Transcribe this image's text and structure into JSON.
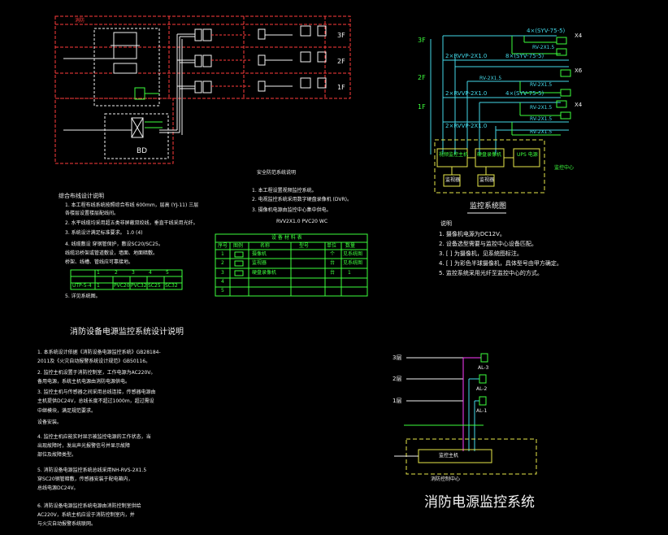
{
  "colors": {
    "bg": "#000000",
    "red": "#ff3b3b",
    "white": "#f2f2f2",
    "cyan": "#43d8e8",
    "green": "#3dff3d",
    "yellow": "#e8e84a",
    "magenta": "#ff3cff"
  },
  "riser": {
    "floors": [
      "3F",
      "2F",
      "1F"
    ],
    "left_label": "消防",
    "mid_label": "BD"
  },
  "notes_left": {
    "title": "综合布线设计说明",
    "lines": [
      "1. 本工程布线系统按照综合布线 600mm，层高 (YJ-11) 三层",
      "   各楼层设置楼层配线间。",
      "2. 水平线缆均采用超五类非屏蔽双绞线，垂直干线采用光纤。",
      "3. 系统设计满足标准要求。 1.0 (4)",
      "4. 线缆敷设 穿钢管保护，敷设SC20/SC25。",
      "   线缆沿桥架或管道敷设，墙面、地面暗敷。",
      "   桥架、线槽、管线应可靠接地。"
    ],
    "table_headers": [
      "",
      "1",
      "2",
      "3",
      "4",
      "5"
    ],
    "table_row": [
      "UTP-5-4",
      "1",
      "PVC20",
      "PVC32",
      "SC25",
      "SC32"
    ],
    "footer": "5. 详见系统图。"
  },
  "legend": {
    "title": "安全防范系统说明",
    "lines": [
      "1. 本工程设置视频监控系统。",
      "2. 电视监控系统采用数字硬盘录像机 (DVR)。",
      "3. 摄像机电源由监控中心集中供电。"
    ],
    "cable_note": "RVV2X1.0 PVC20 WC",
    "table_title": "设 备 材 料 表",
    "columns": [
      "序号",
      "图例",
      "名称",
      "型号",
      "单位",
      "数量"
    ],
    "rows": [
      [
        "1",
        "",
        "摄像机",
        "",
        "个",
        "见系统图"
      ],
      [
        "2",
        "",
        "监视器",
        "",
        "台",
        "见系统图"
      ],
      [
        "3",
        "",
        "硬盘录像机",
        "",
        "台",
        "1"
      ],
      [
        "4",
        "",
        "",
        "",
        "",
        ""
      ],
      [
        "5",
        "",
        "",
        "",
        "",
        ""
      ]
    ]
  },
  "monitor": {
    "floors": [
      "3F",
      "2F",
      "1F"
    ],
    "cables": [
      "4×(SYV-75-5)",
      "2×RVVP-2X1.0",
      "8×(SYV-75-5)",
      "2×RVVP-2X1.0",
      "4×(SYV-75-5)",
      "2×RVVP-2X1.0"
    ],
    "short_cables": [
      "RV-2X1.5",
      "RV-2X1.5",
      "RV-2X1.5",
      "RV-2X1.5",
      "RV-2X1.5",
      "RV-2X1.5"
    ],
    "x_labels": [
      "X4",
      "X6",
      "X4"
    ],
    "center_boxes": [
      "视频监控主机",
      "硬盘录像机",
      "UPS 电源"
    ],
    "bottom_boxes": [
      "监视器",
      "监视器"
    ],
    "center_label": "监控中心",
    "title": "监控系统图",
    "notes_title": "说明",
    "notes": [
      "1. 摄像机电源为DC12V。",
      "2. 设备选型需要与监控中心设备匹配。",
      "3. [ ] 为摄像机，见系统图标注。",
      "4. [ ] 为彩色半球摄像机，具体型号由甲方确定。",
      "5. 监控系统采用光纤至监控中心的方式。"
    ]
  },
  "design": {
    "title": "消防设备电源监控系统设计说明",
    "lines": [
      "1. 本系统设计依据《消防设备电源监控系统》GB28184-",
      "   2011及《火灾自动报警系统设计规范》GB50116。",
      "2. 监控主机设置于消防控制室，工作电源为AC220V。",
      "   备用电源，系统主机电源由消防电源供电。",
      "3. 监控主机与传感器之间采用总线连接，传感器电源由",
      "   主机提供DC24V，总线长度不超过1000m，超过需设",
      "   中继模块，满足规范要求。",
      "   设备安装。",
      "4. 监控主机应能实时显示被监控电源的工作状态，当",
      "   出现故障时，发出声光报警信号并显示故障",
      "   部位及故障类型。",
      "5. 消防设备电源监控系统总线采用NH-RVS-2X1.5",
      "   穿SC20钢管暗敷，传感器安装于配电箱内，",
      "   总线电源DC24V。",
      "6. 消防设备电源监控系统电源由消防控制室供给",
      "   AC220V，系统主机应设于消防控制室内，并",
      "   与火灾自动报警系统联网。"
    ]
  },
  "power": {
    "floors": [
      "3层",
      "2层",
      "1层"
    ],
    "nodes": [
      "AL-3",
      "AL-2",
      "AL-1"
    ],
    "host": "监控主机",
    "room": "消防控制中心",
    "title": "消防电源监控系统"
  }
}
